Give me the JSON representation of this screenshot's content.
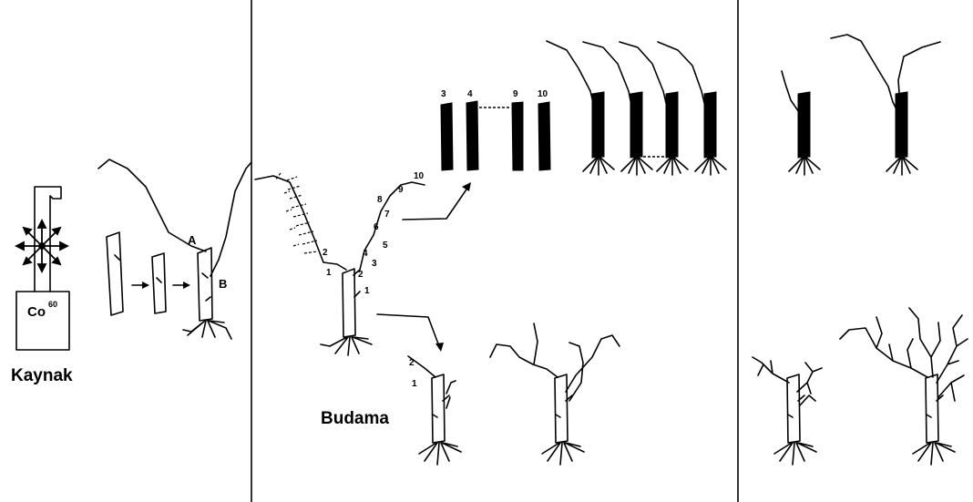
{
  "source": {
    "label": "Kaynak",
    "isotope": "Co",
    "mass_number": "60"
  },
  "section_labels": {
    "pruning": "Budama"
  },
  "point_labels": {
    "a": "A",
    "b": "B"
  },
  "node_numbers": [
    "1",
    "2",
    "3",
    "4",
    "5",
    "6",
    "7",
    "8",
    "9",
    "10"
  ],
  "cutting_numbers": [
    "3",
    "4",
    "9",
    "10"
  ],
  "lower_node_numbers": [
    "1",
    "2"
  ],
  "colors": {
    "ink": "#000000",
    "background": "#ffffff"
  }
}
